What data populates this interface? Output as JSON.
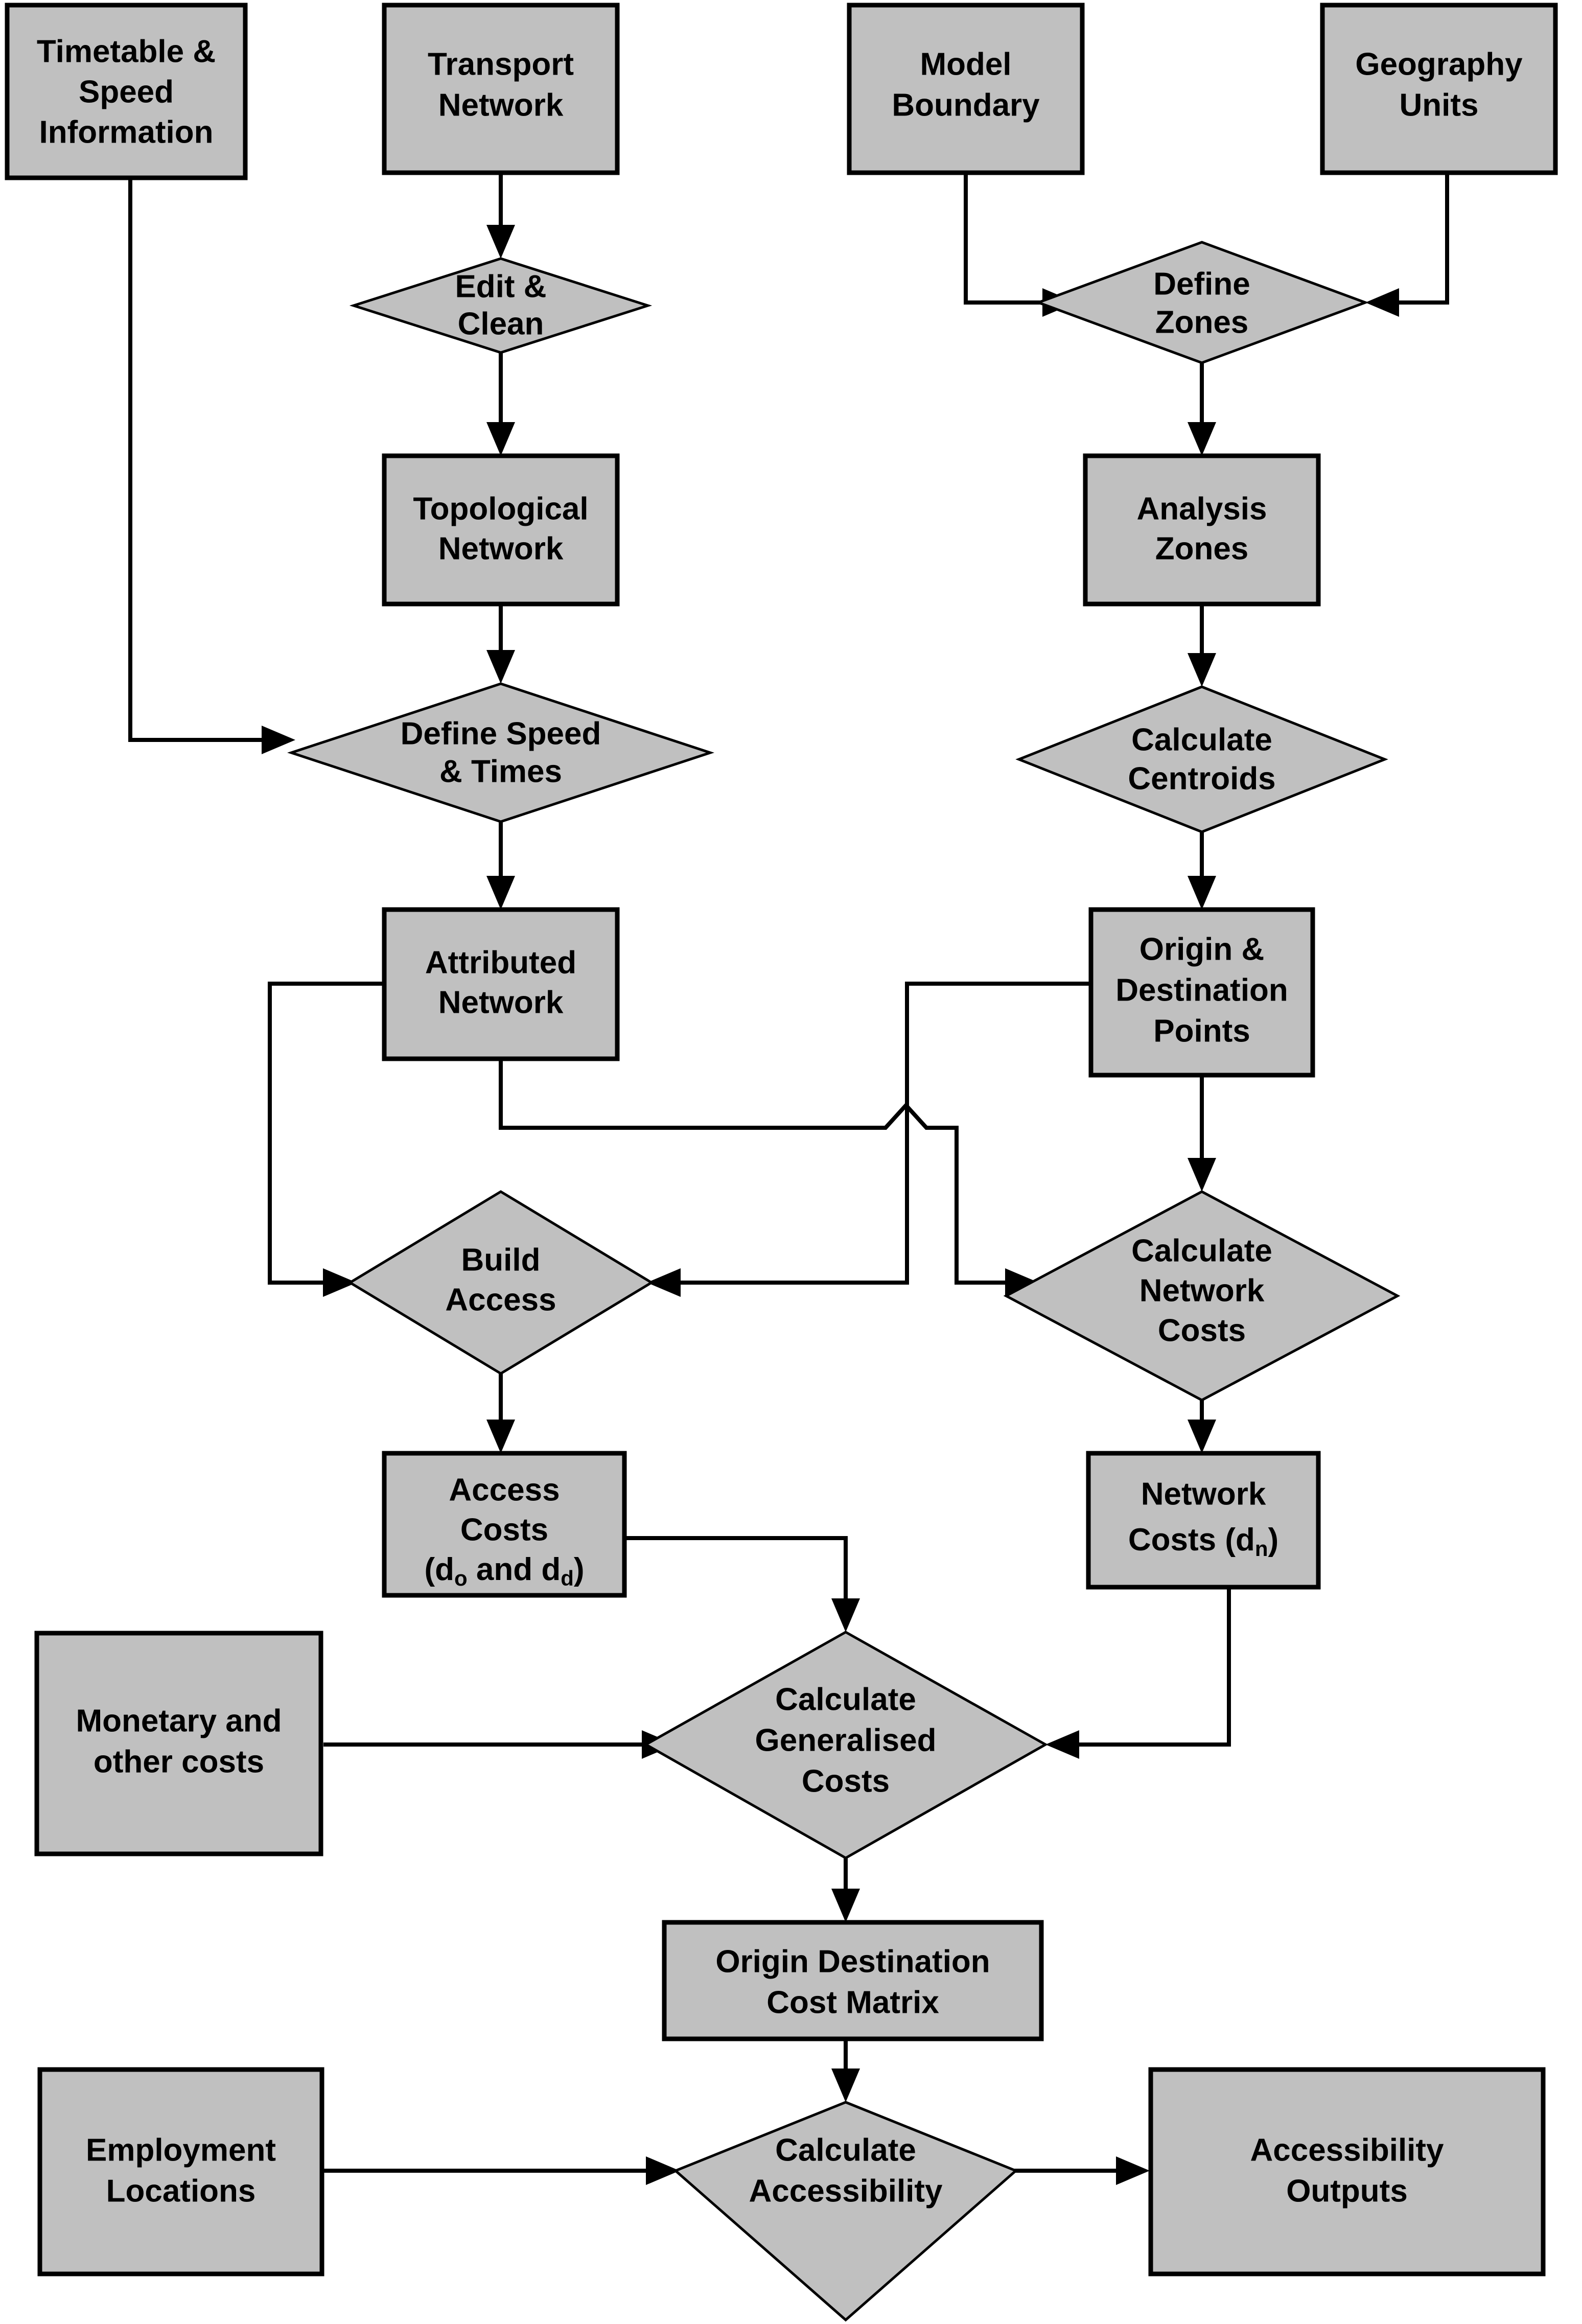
{
  "diagram": {
    "title": "Accessibility Modelling Workflow",
    "type": "flowchart",
    "colors": {
      "node_fill": "#c0c0c0",
      "node_stroke": "#000000",
      "edge_stroke": "#000000",
      "background": "#ffffff"
    },
    "nodes": [
      {
        "id": "timetable",
        "shape": "rect",
        "label_lines": [
          "Timetable &",
          "Speed",
          "Information"
        ]
      },
      {
        "id": "transport",
        "shape": "rect",
        "label_lines": [
          "Transport",
          "Network"
        ]
      },
      {
        "id": "model_boundary",
        "shape": "rect",
        "label_lines": [
          "Model",
          "Boundary"
        ]
      },
      {
        "id": "geography_units",
        "shape": "rect",
        "label_lines": [
          "Geography",
          "Units"
        ]
      },
      {
        "id": "edit_clean",
        "shape": "diamond",
        "label_lines": [
          "Edit &",
          "Clean"
        ]
      },
      {
        "id": "define_zones",
        "shape": "diamond",
        "label_lines": [
          "Define",
          "Zones"
        ]
      },
      {
        "id": "topological",
        "shape": "rect",
        "label_lines": [
          "Topological",
          "Network"
        ]
      },
      {
        "id": "analysis_zones",
        "shape": "rect",
        "label_lines": [
          "Analysis",
          "Zones"
        ]
      },
      {
        "id": "define_speed",
        "shape": "diamond",
        "label_lines": [
          "Define Speed",
          "& Times"
        ]
      },
      {
        "id": "calc_centroids",
        "shape": "diamond",
        "label_lines": [
          "Calculate",
          "Centroids"
        ]
      },
      {
        "id": "attributed",
        "shape": "rect",
        "label_lines": [
          "Attributed",
          "Network"
        ]
      },
      {
        "id": "od_points",
        "shape": "rect",
        "label_lines": [
          "Origin &",
          "Destination",
          "Points"
        ]
      },
      {
        "id": "build_access",
        "shape": "diamond",
        "label_lines": [
          "Build",
          "Access"
        ]
      },
      {
        "id": "calc_network",
        "shape": "diamond",
        "label_lines": [
          "Calculate",
          "Network",
          "Costs"
        ]
      },
      {
        "id": "access_costs",
        "shape": "rect",
        "label_lines": [
          "Access",
          "Costs",
          "(d_o and d_d)"
        ]
      },
      {
        "id": "network_costs",
        "shape": "rect",
        "label_lines": [
          "Network",
          "Costs (d_n)"
        ]
      },
      {
        "id": "monetary",
        "shape": "rect",
        "label_lines": [
          "Monetary and",
          "other costs"
        ]
      },
      {
        "id": "calc_gen_costs",
        "shape": "diamond",
        "label_lines": [
          "Calculate",
          "Generalised",
          "Costs"
        ]
      },
      {
        "id": "od_matrix",
        "shape": "rect",
        "label_lines": [
          "Origin Destination",
          "Cost Matrix"
        ]
      },
      {
        "id": "employment",
        "shape": "rect",
        "label_lines": [
          "Employment",
          "Locations"
        ]
      },
      {
        "id": "calc_access",
        "shape": "diamond",
        "label_lines": [
          "Calculate",
          "Accessibility"
        ]
      },
      {
        "id": "access_outputs",
        "shape": "rect",
        "label_lines": [
          "Accessibility",
          "Outputs"
        ]
      }
    ],
    "labels": {
      "timetable_l1": "Timetable &",
      "timetable_l2": "Speed",
      "timetable_l3": "Information",
      "transport_l1": "Transport",
      "transport_l2": "Network",
      "model_boundary_l1": "Model",
      "model_boundary_l2": "Boundary",
      "geography_units_l1": "Geography",
      "geography_units_l2": "Units",
      "edit_clean_l1": "Edit &",
      "edit_clean_l2": "Clean",
      "define_zones_l1": "Define",
      "define_zones_l2": "Zones",
      "topological_l1": "Topological",
      "topological_l2": "Network",
      "analysis_zones_l1": "Analysis",
      "analysis_zones_l2": "Zones",
      "define_speed_l1": "Define Speed",
      "define_speed_l2": "& Times",
      "calc_centroids_l1": "Calculate",
      "calc_centroids_l2": "Centroids",
      "attributed_l1": "Attributed",
      "attributed_l2": "Network",
      "od_points_l1": "Origin &",
      "od_points_l2": "Destination",
      "od_points_l3": "Points",
      "build_access_l1": "Build",
      "build_access_l2": "Access",
      "calc_network_l1": "Calculate",
      "calc_network_l2": "Network",
      "calc_network_l3": "Costs",
      "access_costs_l1": "Access",
      "access_costs_l2": "Costs",
      "access_costs_l3_a": "(d",
      "access_costs_l3_sub1": "o",
      "access_costs_l3_b": " and d",
      "access_costs_l3_sub2": "d",
      "access_costs_l3_c": ")",
      "network_costs_l1": "Network",
      "network_costs_l2_a": "Costs (d",
      "network_costs_l2_sub": "n",
      "network_costs_l2_b": ")",
      "monetary_l1": "Monetary and",
      "monetary_l2": "other costs",
      "calc_gen_costs_l1": "Calculate",
      "calc_gen_costs_l2": "Generalised",
      "calc_gen_costs_l3": "Costs",
      "od_matrix_l1": "Origin Destination",
      "od_matrix_l2": "Cost Matrix",
      "employment_l1": "Employment",
      "employment_l2": "Locations",
      "calc_access_l1": "Calculate",
      "calc_access_l2": "Accessibility",
      "access_outputs_l1": "Accessibility",
      "access_outputs_l2": "Outputs"
    },
    "edges": [
      {
        "from": "transport",
        "to": "edit_clean",
        "style": "straight-down"
      },
      {
        "from": "edit_clean",
        "to": "topological",
        "style": "straight-down"
      },
      {
        "from": "topological",
        "to": "define_speed",
        "style": "straight-down"
      },
      {
        "from": "timetable",
        "to": "define_speed",
        "style": "down-then-right"
      },
      {
        "from": "define_speed",
        "to": "attributed",
        "style": "straight-down"
      },
      {
        "from": "model_boundary",
        "to": "define_zones",
        "style": "down-then-right"
      },
      {
        "from": "geography_units",
        "to": "define_zones",
        "style": "down-then-left"
      },
      {
        "from": "define_zones",
        "to": "analysis_zones",
        "style": "straight-down"
      },
      {
        "from": "analysis_zones",
        "to": "calc_centroids",
        "style": "straight-down"
      },
      {
        "from": "calc_centroids",
        "to": "od_points",
        "style": "straight-down"
      },
      {
        "from": "attributed",
        "to": "build_access",
        "style": "left-down-right"
      },
      {
        "from": "attributed",
        "to": "calc_network",
        "style": "down-right-hop-down"
      },
      {
        "from": "od_points",
        "to": "build_access",
        "style": "left-down-left"
      },
      {
        "from": "od_points",
        "to": "calc_network",
        "style": "straight-down"
      },
      {
        "from": "build_access",
        "to": "access_costs",
        "style": "straight-down"
      },
      {
        "from": "calc_network",
        "to": "network_costs",
        "style": "straight-down"
      },
      {
        "from": "access_costs",
        "to": "calc_gen_costs",
        "style": "right-then-down"
      },
      {
        "from": "network_costs",
        "to": "calc_gen_costs",
        "style": "down-then-left"
      },
      {
        "from": "monetary",
        "to": "calc_gen_costs",
        "style": "straight-right"
      },
      {
        "from": "calc_gen_costs",
        "to": "od_matrix",
        "style": "straight-down"
      },
      {
        "from": "od_matrix",
        "to": "calc_access",
        "style": "straight-down"
      },
      {
        "from": "employment",
        "to": "calc_access",
        "style": "straight-right"
      },
      {
        "from": "calc_access",
        "to": "access_outputs",
        "style": "straight-right"
      }
    ]
  }
}
